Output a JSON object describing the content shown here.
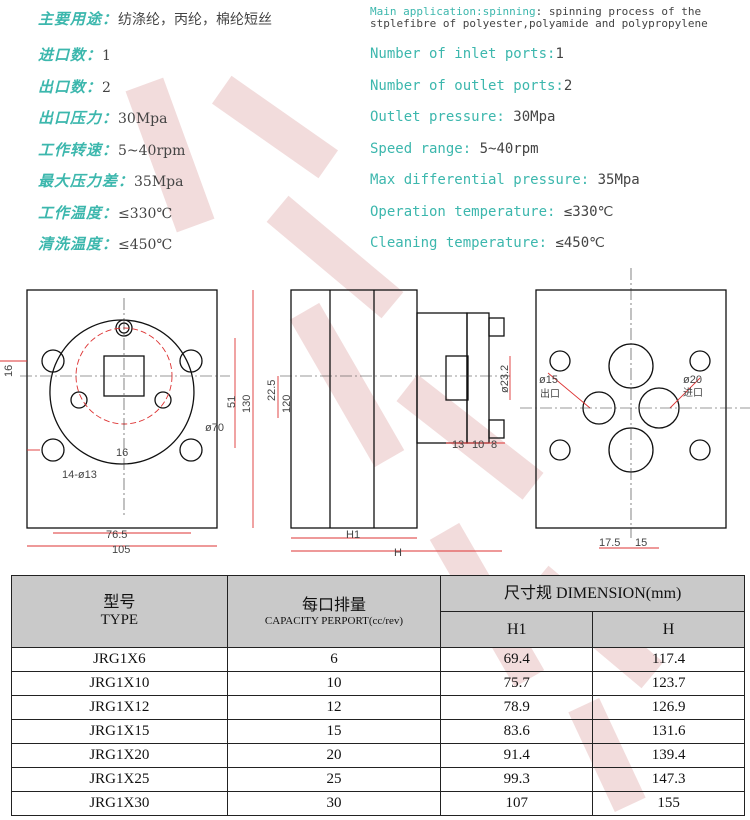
{
  "specs": {
    "application_cn_label": "主要用途：",
    "application_cn_value": "纺涤纶，丙纶，棉纶短丝",
    "application_en_label": "Main application:spinning",
    "application_en_value": ": spinning process of the",
    "application_en_value2": "stplefibre of polyester,polyamide and polypropylene",
    "rows": [
      {
        "cn": "进口数：",
        "val_cn": "1",
        "en": "Number of inlet ports:",
        "val_en": "1"
      },
      {
        "cn": "出口数：",
        "val_cn": "2",
        "en": "Number of outlet ports:",
        "val_en": "2"
      },
      {
        "cn": "出口压力：",
        "val_cn": "30Mpa",
        "en": "Outlet pressure:",
        "val_en": " 30Mpa"
      },
      {
        "cn": "工作转速：",
        "val_cn": "5~40rpm",
        "en": "Speed range:",
        "val_en": " 5~40rpm"
      },
      {
        "cn": "最大压力差：",
        "val_cn": "35Mpa",
        "en": "Max differential pressure:",
        "val_en": " 35Mpa"
      },
      {
        "cn": "工作温度：",
        "val_cn": "≤330℃",
        "en": "Operation temperature:",
        "val_en": " ≤330℃"
      },
      {
        "cn": "清洗温度：",
        "val_cn": "≤450℃",
        "en": "Cleaning temperature:",
        "val_en": " ≤450℃"
      }
    ]
  },
  "drawing_labels": {
    "d16": "16",
    "d51": "51",
    "d130": "130",
    "d16b": "16",
    "d70": "ø70",
    "d14": "14-ø13",
    "d76": "76.5",
    "d105": "105",
    "d225": "22.5",
    "d120": "120",
    "d232": "ø23.2",
    "d13": "13",
    "d10": "10",
    "d8": "8",
    "h1": "H1",
    "h": "H",
    "d15": "ø15",
    "outlet": "出口",
    "d20": "ø20",
    "inlet": "进口",
    "d175": "17.5",
    "d15b": "15"
  },
  "table": {
    "h_type_cn": "型号",
    "h_type_en": "TYPE",
    "h_cap_cn": "每口排量",
    "h_cap_en": "CAPACITY PERPORT(cc/rev)",
    "h_dim": "尺寸规 DIMENSION(mm)",
    "h_h1": "H1",
    "h_h": "H",
    "rows": [
      {
        "type": "JRG1X6",
        "cap": "6",
        "h1": "69.4",
        "h": "117.4"
      },
      {
        "type": "JRG1X10",
        "cap": "10",
        "h1": "75.7",
        "h": "123.7"
      },
      {
        "type": "JRG1X12",
        "cap": "12",
        "h1": "78.9",
        "h": "126.9"
      },
      {
        "type": "JRG1X15",
        "cap": "15",
        "h1": "83.6",
        "h": "131.6"
      },
      {
        "type": "JRG1X20",
        "cap": "20",
        "h1": "91.4",
        "h": "139.4"
      },
      {
        "type": "JRG1X25",
        "cap": "25",
        "h1": "99.3",
        "h": "147.3"
      },
      {
        "type": "JRG1X30",
        "cap": "30",
        "h1": "107",
        "h": "155"
      }
    ]
  }
}
